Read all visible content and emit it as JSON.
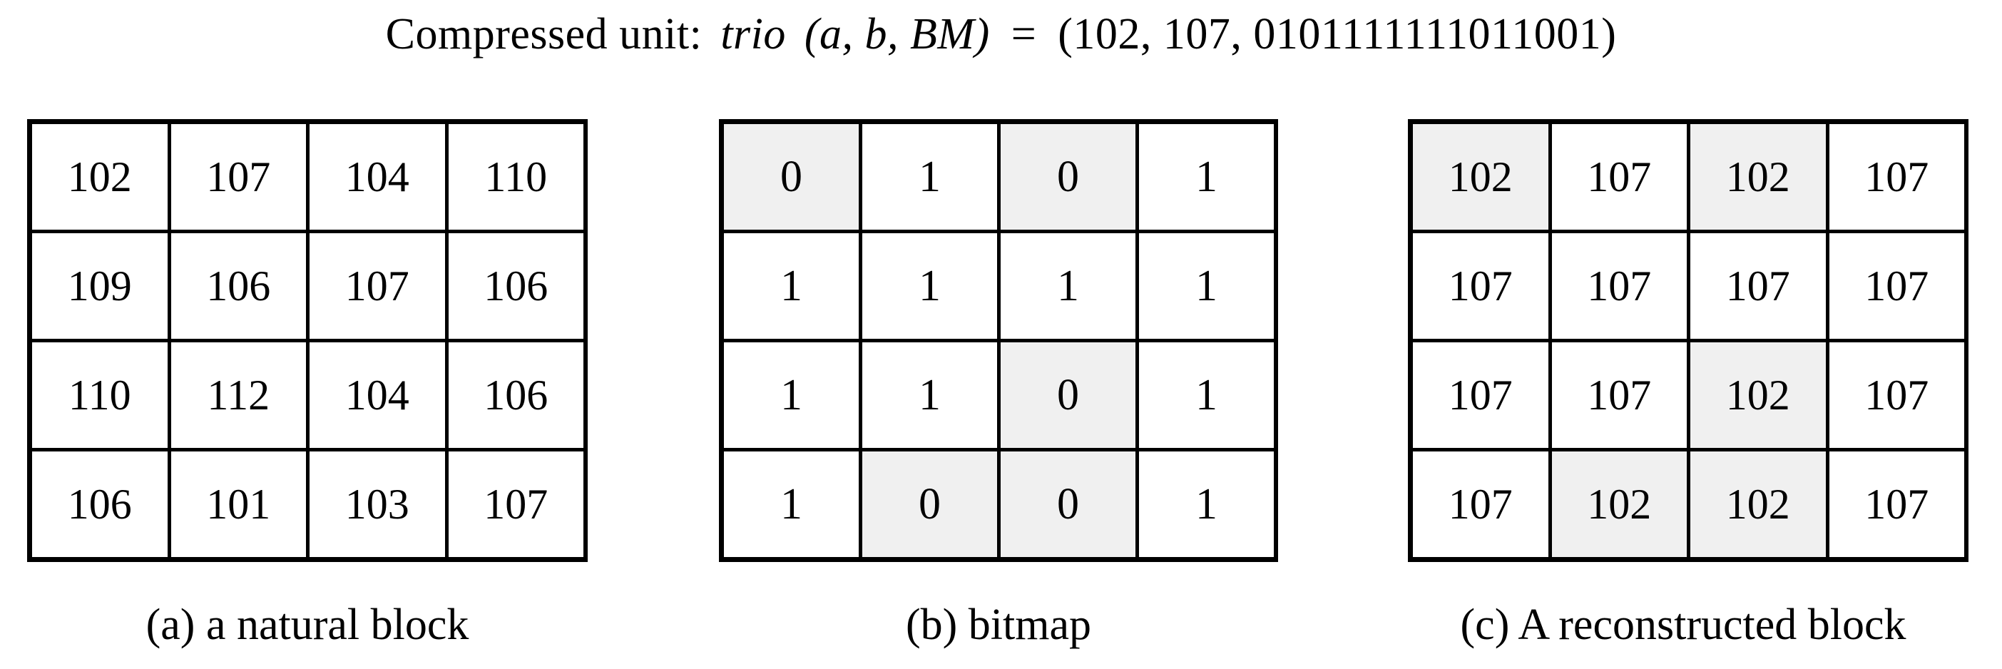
{
  "title": {
    "label": "Compressed unit:",
    "function_name": "trio",
    "params": "(a, b, BM)",
    "equals": "=",
    "values": "(102, 107, 0101111111011001)",
    "a": "102",
    "b": "107",
    "bitmap_string": "0101111111011001"
  },
  "panels": [
    {
      "id": "a",
      "caption": "(a) a natural block",
      "rows": [
        [
          {
            "v": "102",
            "shaded": false
          },
          {
            "v": "107",
            "shaded": false
          },
          {
            "v": "104",
            "shaded": false
          },
          {
            "v": "110",
            "shaded": false
          }
        ],
        [
          {
            "v": "109",
            "shaded": false
          },
          {
            "v": "106",
            "shaded": false
          },
          {
            "v": "107",
            "shaded": false
          },
          {
            "v": "106",
            "shaded": false
          }
        ],
        [
          {
            "v": "110",
            "shaded": false
          },
          {
            "v": "112",
            "shaded": false
          },
          {
            "v": "104",
            "shaded": false
          },
          {
            "v": "106",
            "shaded": false
          }
        ],
        [
          {
            "v": "106",
            "shaded": false
          },
          {
            "v": "101",
            "shaded": false
          },
          {
            "v": "103",
            "shaded": false
          },
          {
            "v": "107",
            "shaded": false
          }
        ]
      ]
    },
    {
      "id": "b",
      "caption": "(b) bitmap",
      "rows": [
        [
          {
            "v": "0",
            "shaded": true
          },
          {
            "v": "1",
            "shaded": false
          },
          {
            "v": "0",
            "shaded": true
          },
          {
            "v": "1",
            "shaded": false
          }
        ],
        [
          {
            "v": "1",
            "shaded": false
          },
          {
            "v": "1",
            "shaded": false
          },
          {
            "v": "1",
            "shaded": false
          },
          {
            "v": "1",
            "shaded": false
          }
        ],
        [
          {
            "v": "1",
            "shaded": false
          },
          {
            "v": "1",
            "shaded": false
          },
          {
            "v": "0",
            "shaded": true
          },
          {
            "v": "1",
            "shaded": false
          }
        ],
        [
          {
            "v": "1",
            "shaded": false
          },
          {
            "v": "0",
            "shaded": true
          },
          {
            "v": "0",
            "shaded": true
          },
          {
            "v": "1",
            "shaded": false
          }
        ]
      ]
    },
    {
      "id": "c",
      "caption": "(c) A reconstructed block",
      "rows": [
        [
          {
            "v": "102",
            "shaded": true
          },
          {
            "v": "107",
            "shaded": false
          },
          {
            "v": "102",
            "shaded": true
          },
          {
            "v": "107",
            "shaded": false
          }
        ],
        [
          {
            "v": "107",
            "shaded": false
          },
          {
            "v": "107",
            "shaded": false
          },
          {
            "v": "107",
            "shaded": false
          },
          {
            "v": "107",
            "shaded": false
          }
        ],
        [
          {
            "v": "107",
            "shaded": false
          },
          {
            "v": "107",
            "shaded": false
          },
          {
            "v": "102",
            "shaded": true
          },
          {
            "v": "107",
            "shaded": false
          }
        ],
        [
          {
            "v": "107",
            "shaded": false
          },
          {
            "v": "102",
            "shaded": true
          },
          {
            "v": "102",
            "shaded": true
          },
          {
            "v": "107",
            "shaded": false
          }
        ]
      ]
    }
  ],
  "colors": {
    "background": "#ffffff",
    "border": "#000000",
    "text": "#000000",
    "shaded_cell": "#f0f0f0"
  }
}
